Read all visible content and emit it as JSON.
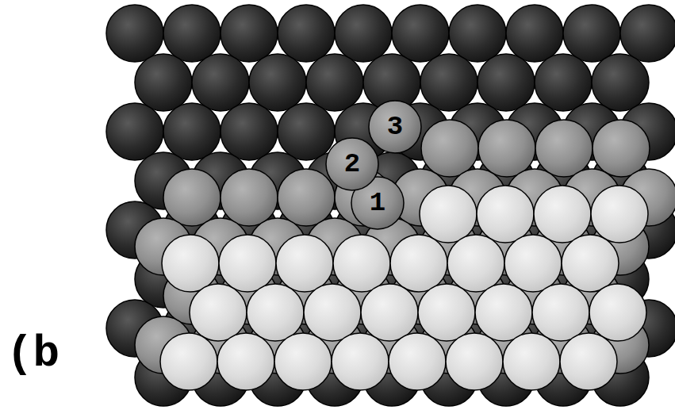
{
  "diagram": {
    "nodes": [
      {
        "text": [
          "1"
        ]
      },
      {
        "text": [
          "2"
        ]
      },
      {
        "text": [
          "3"
        ]
      }
    ],
    "labels": [
      "(b"
    ]
  }
}
